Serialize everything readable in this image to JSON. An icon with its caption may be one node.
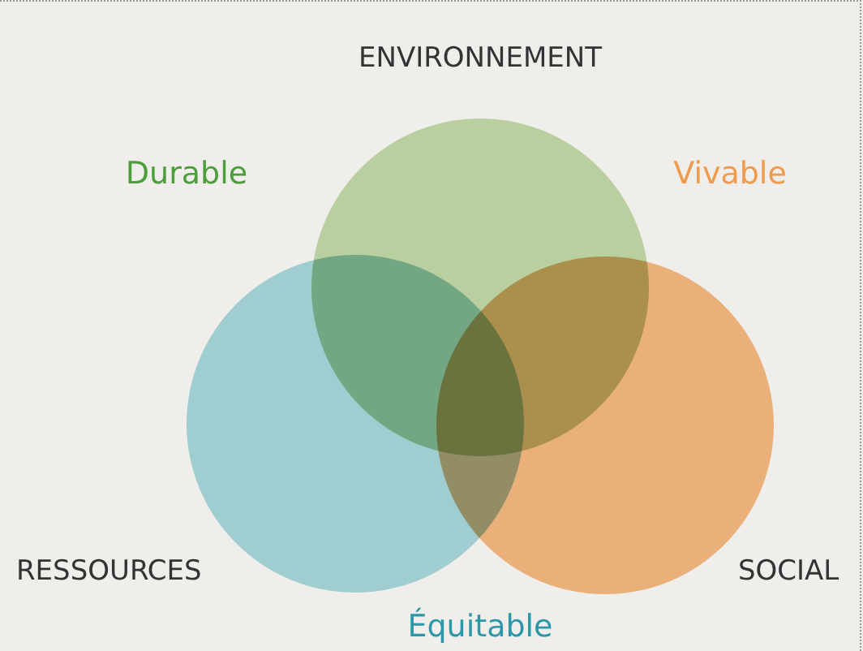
{
  "diagram": {
    "nodes": [
      {
        "text": [
          "ENVIRONNEMENT"
        ]
      },
      {
        "text": [
          "RESSOURCES"
        ]
      },
      {
        "text": [
          "SOCIAL"
        ]
      }
    ],
    "labels": [
      "Durable",
      "Vivable",
      "Équitable"
    ]
  }
}
